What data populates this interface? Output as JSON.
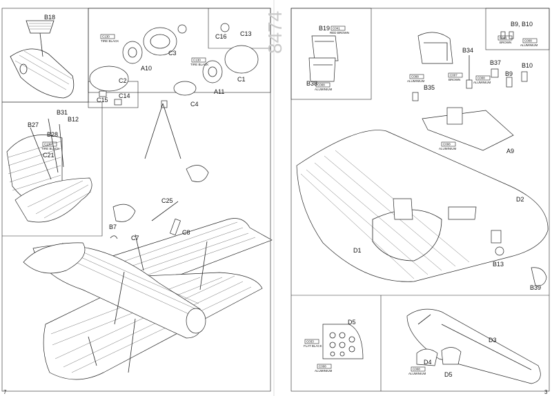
{
  "sheet_number": "8474",
  "page_left": "7",
  "page_right": "3",
  "labels": {
    "B18": "B18",
    "C3": "C3",
    "C2": "C2",
    "A10": "A10",
    "C1": "C1",
    "A11": "A11",
    "C16": "C16",
    "C13": "C13",
    "C14": "C14",
    "C15": "C15",
    "C4": "C4",
    "B31": "B31",
    "B27": "B27",
    "B12": "B12",
    "B28": "B28",
    "C21": "C21",
    "C25": "C25",
    "C8": "C8",
    "C7": "C7",
    "B7": "B7",
    "B19": "B19",
    "B38": "B38",
    "B34": "B34",
    "B37": "B37",
    "B9B10": "B9, B10",
    "B9": "B9",
    "B10": "B10",
    "B35": "B35",
    "A9": "A9",
    "D2": "D2",
    "D1": "D1",
    "B13": "B13",
    "B39": "B39",
    "D5a": "D5",
    "D5b": "D5",
    "D4": "D4",
    "D3": "D3"
  },
  "colors": {
    "c1a": "C130",
    "c1b": "TIRE BLACK",
    "c2a": "C130",
    "c2b": "TIRE BLACK",
    "c3a": "C130",
    "c3b": "TIRE BLACK",
    "c4a": "C041",
    "c4b": "RED BROWN",
    "c5a": "C008",
    "c5b": "ALUMINIUM",
    "c6a": "C041",
    "c6b": "BROWN",
    "c7a": "C008",
    "c7b": "ALUMINIUM",
    "c8a": "C008",
    "c8b": "ALUMINIUM",
    "c9a": "C007",
    "c9b": "BROWN",
    "c10a": "C008",
    "c10b": "ALUMINIUM",
    "c11a": "C008",
    "c11b": "ALUMINIUM",
    "c12a": "C033",
    "c12b": "FLAT BLACK",
    "c13a": "C008",
    "c13b": "ALUMINIUM",
    "c14a": "C008",
    "c14b": "ALUMINIUM"
  }
}
